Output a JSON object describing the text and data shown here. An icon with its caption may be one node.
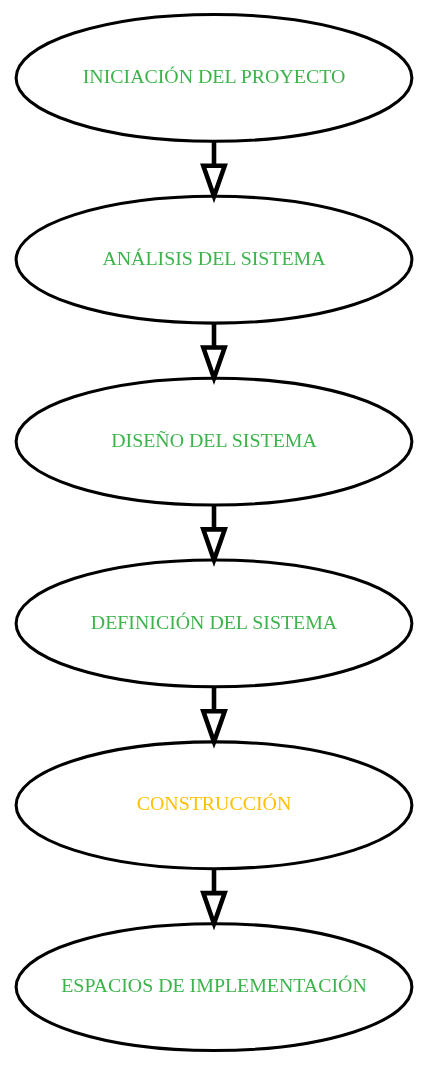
{
  "diagram": {
    "nodes": [
      {
        "text": [
          "INICIACIÓN DEL PROYECTO"
        ]
      },
      {
        "text": [
          "ANÁLISIS DEL SISTEMA"
        ]
      },
      {
        "text": [
          "DISEÑO DEL SISTEMA"
        ]
      },
      {
        "text": [
          "DEFINICIÓN DEL SISTEMA"
        ]
      },
      {
        "text": [
          "CONSTRUCCIÓN"
        ]
      },
      {
        "text": [
          "ESPACIOS DE IMPLEMENTACIÓN"
        ]
      }
    ],
    "edges": [
      {
        "from": 0,
        "to": 1,
        "arrow": "to"
      },
      {
        "from": 1,
        "to": 2,
        "arrow": "to"
      },
      {
        "from": 2,
        "to": 3,
        "arrow": "to"
      },
      {
        "from": 3,
        "to": 4,
        "arrow": "to"
      },
      {
        "from": 4,
        "to": 5,
        "arrow": "to"
      }
    ]
  }
}
